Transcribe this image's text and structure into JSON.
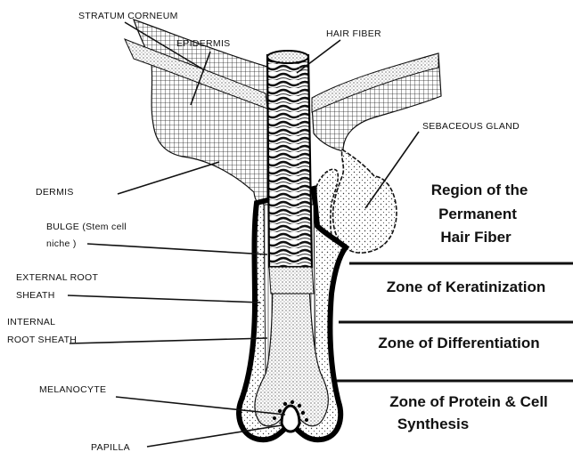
{
  "labels": {
    "stratum_corneum": "STRATUM CORNEUM",
    "epidermis": "EPIDERMIS",
    "hair_fiber": "HAIR FIBER",
    "sebaceous_gland": "SEBACEOUS GLAND",
    "dermis": "DERMIS",
    "bulge_line1": "BULGE  (Stem  cell",
    "bulge_line2": "niche )",
    "external_root_sheath_line1": "EXTERNAL ROOT",
    "external_root_sheath_line2": "SHEATH",
    "internal_root_sheath_line1": "INTERNAL",
    "internal_root_sheath_line2": "ROOT SHEATH",
    "melanocyte": "MELANOCYTE",
    "papilla": "PAPILLA"
  },
  "zones": {
    "permanent_line1": "Region of the",
    "permanent_line2": "Permanent",
    "permanent_line3": "Hair Fiber",
    "keratinization": "Zone of Keratinization",
    "differentiation": "Zone of Differentiation",
    "synthesis_line1": "Zone of Protein & Cell",
    "synthesis_line2": "Synthesis"
  }
}
